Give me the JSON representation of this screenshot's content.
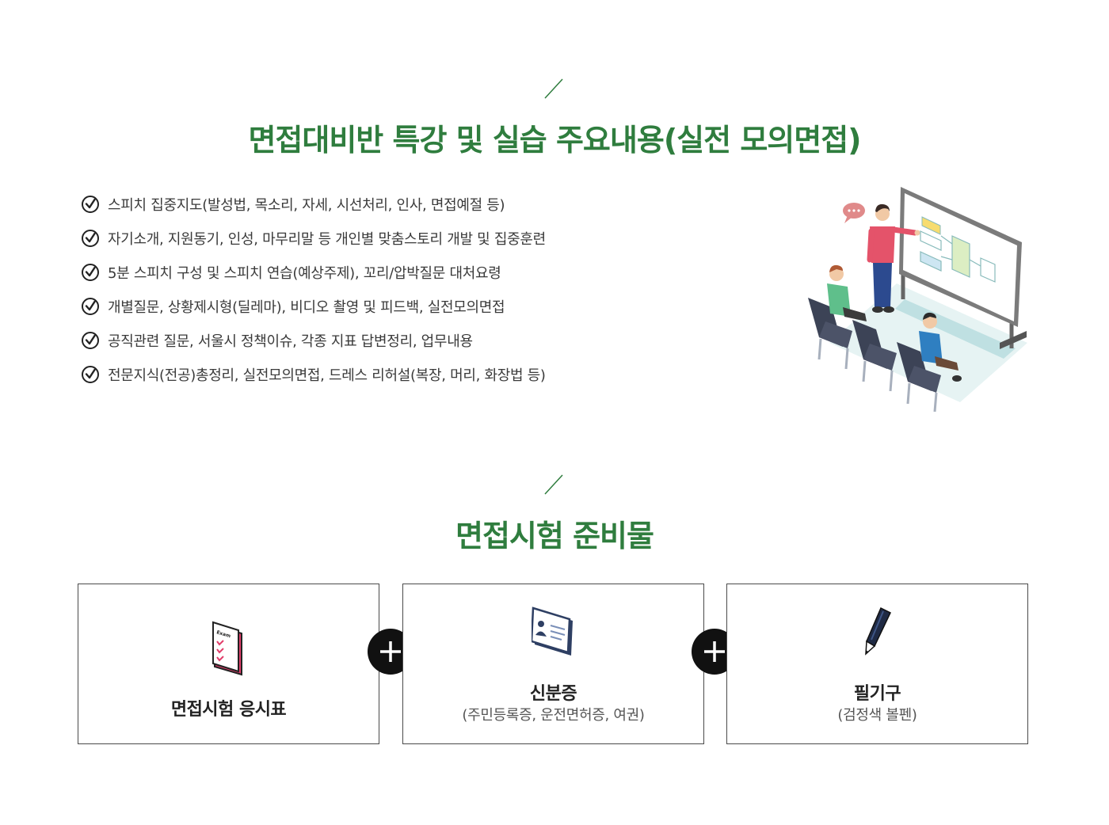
{
  "section1": {
    "title": "면접대비반 특강 및 실습 주요내용(실전 모의면접)",
    "items": [
      "스피치 집중지도(발성법, 목소리, 자세, 시선처리, 인사, 면접예절 등)",
      "자기소개, 지원동기, 인성, 마무리말 등 개인별 맞춤스토리 개발 및 집중훈련",
      "5분 스피치 구성 및 스피치 연습(예상주제), 꼬리/압박질문 대처요령",
      "개별질문, 상황제시형(딜레마), 비디오 촬영 및 피드백, 실전모의면접",
      "공직관련 질문, 서울시 정책이슈, 각종 지표 답변정리, 업무내용",
      "전문지식(전공)총정리, 실전모의면접, 드레스 리허설(복장, 머리, 화장법 등)"
    ]
  },
  "section2": {
    "title": "면접시험 준비물",
    "cards": [
      {
        "title": "면접시험 응시표",
        "icon": "exam-ticket-icon",
        "icon_label": "Exam"
      },
      {
        "title": "신분증",
        "subtitle": "(주민등록증, 운전면허증, 여권)",
        "icon": "id-card-icon"
      },
      {
        "title": "필기구",
        "subtitle": "(검정색 볼펜)",
        "icon": "pen-icon"
      }
    ]
  },
  "colors": {
    "accent": "#2f7d3e",
    "border": "#4a4a4a",
    "plus_bg": "#111111"
  }
}
